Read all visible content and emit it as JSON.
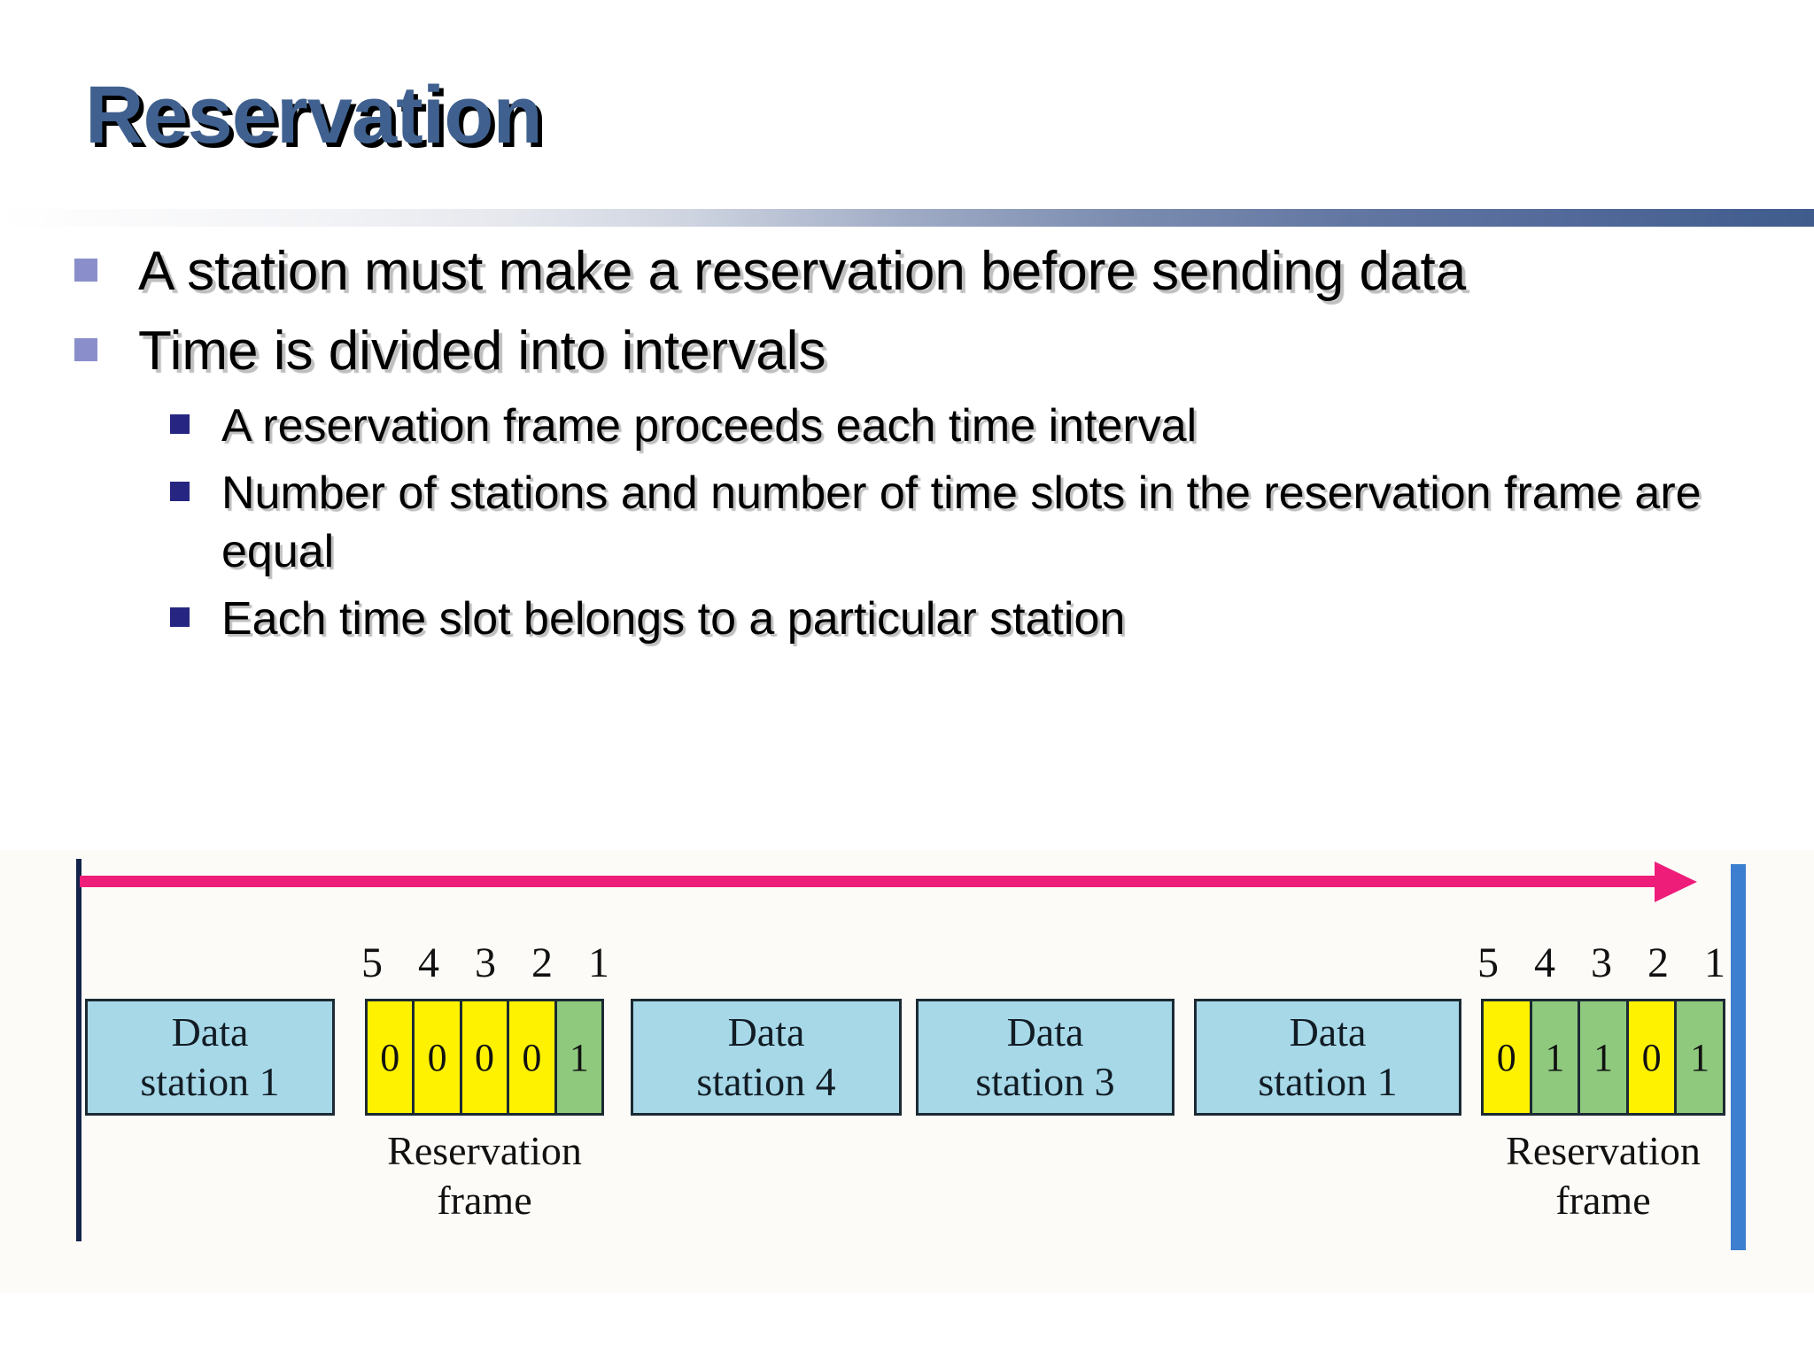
{
  "slide": {
    "title": "Reservation",
    "title_color": "#40618F",
    "accent_color": "#3F5C8C",
    "bullets": [
      {
        "level": 1,
        "text": "A station must make a reservation before sending data",
        "marker_color": "#8A8FCB"
      },
      {
        "level": 1,
        "text": "Time is divided into intervals",
        "marker_color": "#8A8FCB"
      },
      {
        "level": 2,
        "text": "A reservation frame proceeds each time interval",
        "marker_color": "#262682"
      },
      {
        "level": 2,
        "text": "Number of stations and number of time slots in the reservation frame are equal",
        "marker_color": "#262682"
      },
      {
        "level": 2,
        "text": "Each time slot belongs to a particular station",
        "marker_color": "#262682"
      }
    ]
  },
  "diagram": {
    "time_arrow_color": "#EE1D7A",
    "axis_color": "#14244A",
    "end_bar_color": "#3C7FD0",
    "data_box_color": "#A6D8E8",
    "slot_zero_color": "#FFF200",
    "slot_one_color": "#8FC97E",
    "slot_numbers": "5 4 3 2 1",
    "reservation_caption": "Reservation\nframe",
    "data_boxes": [
      {
        "line1": "Data",
        "line2": "station 1"
      },
      {
        "line1": "Data",
        "line2": "station 4"
      },
      {
        "line1": "Data",
        "line2": "station 3"
      },
      {
        "line1": "Data",
        "line2": "station 1"
      }
    ],
    "reservation_frames": [
      {
        "slots": [
          "5",
          "4",
          "3",
          "2",
          "1"
        ],
        "values": [
          "0",
          "0",
          "0",
          "0",
          "1"
        ]
      },
      {
        "slots": [
          "5",
          "4",
          "3",
          "2",
          "1"
        ],
        "values": [
          "0",
          "1",
          "1",
          "0",
          "1"
        ]
      }
    ]
  }
}
